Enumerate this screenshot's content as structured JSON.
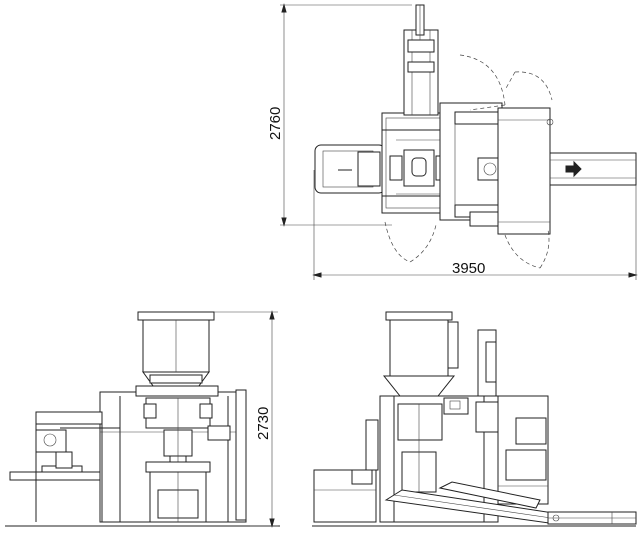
{
  "dimensions": {
    "top_view_depth": "2760",
    "top_view_length": "3950",
    "side_view_height": "2730"
  },
  "views": [
    {
      "name": "top-view"
    },
    {
      "name": "left-front-view"
    },
    {
      "name": "right-side-view"
    }
  ]
}
